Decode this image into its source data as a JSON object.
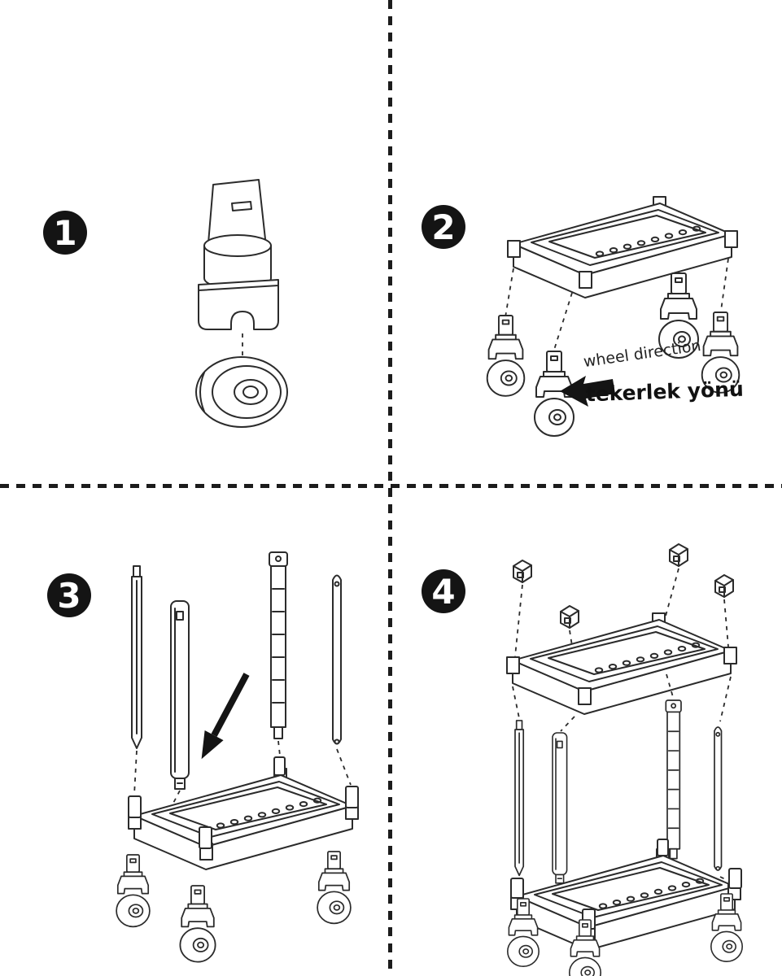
{
  "page": {
    "background": "#ffffff",
    "line_color": "#2b2b2b",
    "badge_color": "#141414"
  },
  "steps": {
    "step1": {
      "number": "1"
    },
    "step2": {
      "number": "2",
      "wheel_direction_en": "wheel direction",
      "wheel_direction_tr": "tekerlek yönü"
    },
    "step3": {
      "number": "3"
    },
    "step4": {
      "number": "4"
    }
  }
}
